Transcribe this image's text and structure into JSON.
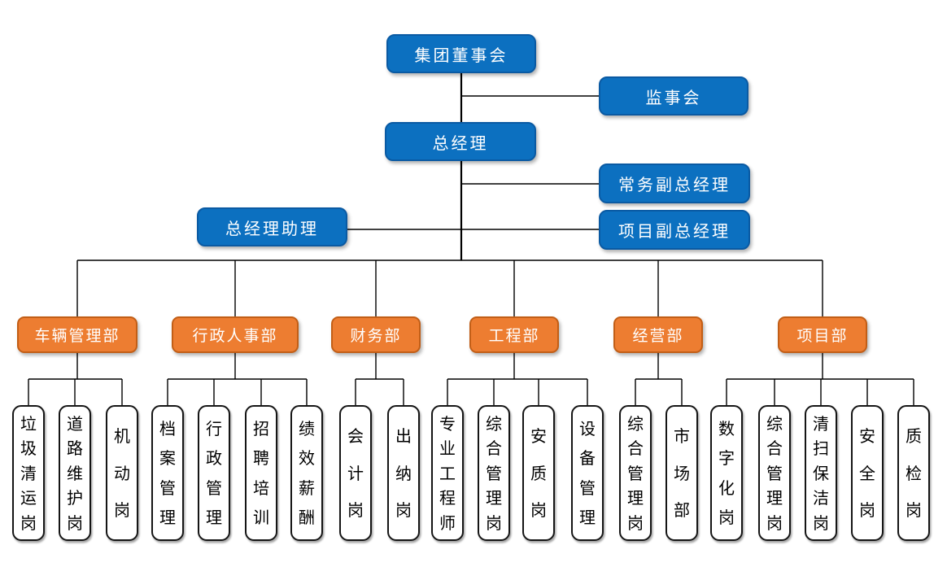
{
  "chart": {
    "type": "org-chart",
    "colors": {
      "executive_fill": "#0C70C0",
      "executive_border": "#0A5AA3",
      "department_fill": "#ED7D31",
      "department_border": "#C25E16",
      "post_fill": "#FFFFFF",
      "post_border": "#151515",
      "line": "#000000"
    },
    "executives": {
      "board": "集团董事会",
      "supervisory": "监事会",
      "general_manager": "总经理",
      "executive_deputy_gm": "常务副总经理",
      "gm_assistant": "总经理助理",
      "project_deputy_gm": "项目副总经理"
    },
    "departments": [
      {
        "label": "车辆管理部",
        "posts": [
          "垃圾清运岗",
          "道路维护岗",
          "机动岗"
        ]
      },
      {
        "label": "行政人事部",
        "posts": [
          "档案管理",
          "行政管理",
          "招聘培训",
          "绩效薪酬"
        ]
      },
      {
        "label": "财务部",
        "posts": [
          "会计岗",
          "出纳岗"
        ]
      },
      {
        "label": "工程部",
        "posts": [
          "专业工程师",
          "综合管理岗",
          "安质岗",
          "设备管理"
        ]
      },
      {
        "label": "经营部",
        "posts": [
          "综合管理岗",
          "市场部"
        ]
      },
      {
        "label": "项目部",
        "posts": [
          "数字化岗",
          "综合管理岗",
          "清扫保洁岗",
          "安全岗",
          "质检岗"
        ]
      }
    ]
  }
}
